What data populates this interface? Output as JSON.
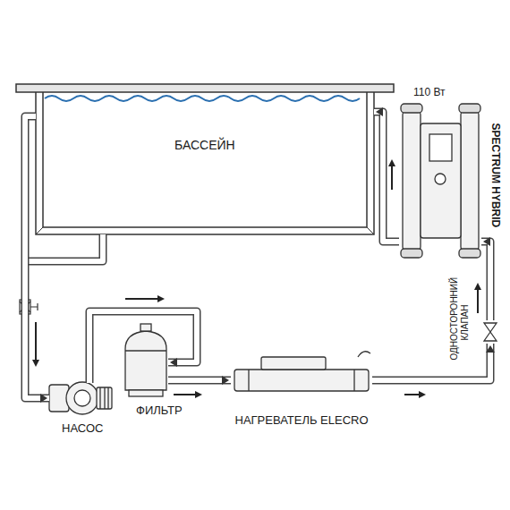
{
  "diagram": {
    "nodes": [
      {
        "text": [
          "БАССЕЙН"
        ]
      },
      {
        "text": [
          "НАСОС"
        ]
      },
      {
        "text": [
          "ФИЛЬТР"
        ]
      },
      {
        "text": [
          "НАГРЕВАТЕЛЬ ELECRO"
        ]
      },
      {
        "text": [
          "ОДНОСТОРОННИЙ КЛАПАН"
        ]
      },
      {
        "text": [
          "110 Вт",
          "SPECTRUM HYBRID"
        ]
      }
    ],
    "edges": [
      {
        "from": 0,
        "to": 1,
        "arrow": "to"
      },
      {
        "from": 1,
        "to": 2,
        "arrow": "to"
      },
      {
        "from": 2,
        "to": 3,
        "arrow": "to"
      },
      {
        "from": 3,
        "to": 4,
        "arrow": "to"
      },
      {
        "from": 4,
        "to": 5,
        "arrow": "to"
      },
      {
        "from": 5,
        "to": 0,
        "arrow": "to"
      }
    ]
  }
}
